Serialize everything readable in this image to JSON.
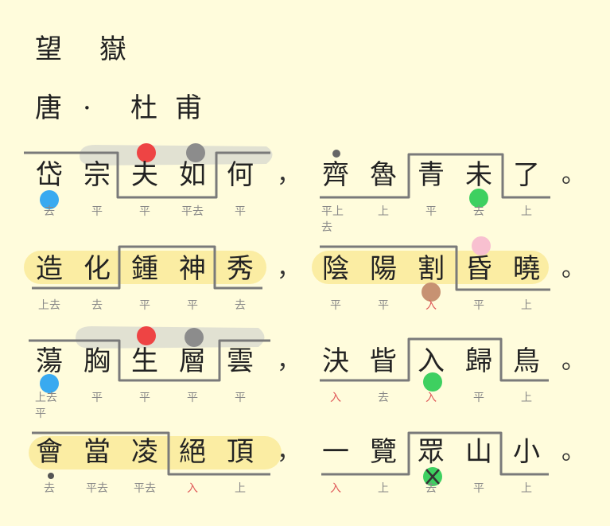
{
  "poem": {
    "title": "望 嶽",
    "dynasty": "唐",
    "separator": "·",
    "author": "杜甫"
  },
  "lines": [
    {
      "chars": [
        "岱",
        "宗",
        "夫",
        "如",
        "何",
        "齊",
        "魯",
        "青",
        "未",
        "了"
      ],
      "tones": [
        "去",
        "平",
        "平",
        "平去",
        "平",
        "平上去",
        "上",
        "平",
        "去",
        "上"
      ],
      "mid_punct": "，",
      "end_punct": "。"
    },
    {
      "chars": [
        "造",
        "化",
        "鍾",
        "神",
        "秀",
        "陰",
        "陽",
        "割",
        "昏",
        "曉"
      ],
      "tones": [
        "上去",
        "去",
        "平",
        "平",
        "去",
        "平",
        "平",
        "入",
        "平",
        "上"
      ],
      "mid_punct": "，",
      "end_punct": "。"
    },
    {
      "chars": [
        "蕩",
        "胸",
        "生",
        "層",
        "雲",
        "決",
        "眥",
        "入",
        "歸",
        "鳥"
      ],
      "tones": [
        "上去平",
        "平",
        "平",
        "平",
        "平",
        "入",
        "去",
        "入",
        "平",
        "上"
      ],
      "mid_punct": "，",
      "end_punct": "。"
    },
    {
      "chars": [
        "會",
        "當",
        "凌",
        "絕",
        "頂",
        "一",
        "覽",
        "眾",
        "山",
        "小"
      ],
      "tones": [
        "去",
        "平去",
        "平去",
        "入",
        "上",
        "入",
        "上",
        "去",
        "平",
        "上"
      ],
      "mid_punct": "，",
      "end_punct": "。"
    }
  ],
  "colors": {
    "background": "#fffcdc",
    "highlight_yellow": "#fbeb9c",
    "highlight_gray": "#dcdcd0",
    "dot_red": "#ee4444",
    "dot_gray": "#8c8c8c",
    "dot_blue": "#39aaf0",
    "dot_green": "#3ed060",
    "dot_pink": "#f8c0d0",
    "dot_brown": "#c79272",
    "tone_entering": "#e05a5a"
  }
}
